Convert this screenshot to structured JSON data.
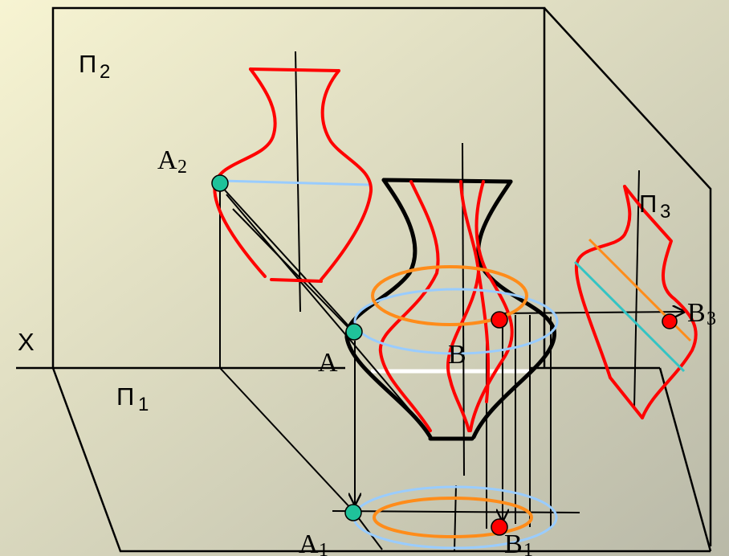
{
  "colors": {
    "background_start": "#f7f4d2",
    "background_end": "#b9b9a8",
    "frame": "#000000",
    "vase_outline": "#ff0000",
    "projector": "#000000",
    "ellipse_orange": "#ff8c1a",
    "ellipse_blue": "#99ccff",
    "point_green": "#1fc29a",
    "point_red": "#ff0000",
    "generator_teal": "#33c4c4",
    "slice_white": "#ffffff"
  },
  "labels": {
    "axis_x": "X",
    "plane_p2": {
      "main": "П",
      "sub": "2"
    },
    "plane_p1": {
      "main": "П",
      "sub": "1"
    },
    "plane_p3": {
      "main": "П",
      "sub": "3"
    },
    "point_a2": {
      "main": "A",
      "sub": "2"
    },
    "point_a": {
      "main": "A",
      "sub": ""
    },
    "point_b": {
      "main": "B",
      "sub": ""
    },
    "point_b3": {
      "main": "B",
      "sub": "3"
    },
    "point_a1": {
      "main": "A",
      "sub": "1"
    },
    "point_b1": {
      "main": "B",
      "sub": "1"
    }
  }
}
